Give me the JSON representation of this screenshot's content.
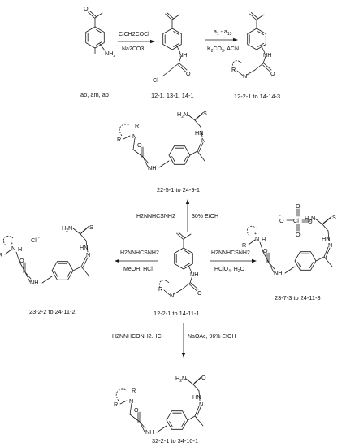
{
  "structure": {
    "atoms": {
      "nh2": "NH2",
      "nh": "NH",
      "o": "O",
      "cl": "Cl",
      "n": "N",
      "r": "R",
      "h2n": "H2N",
      "s": "S",
      "hn": "HN",
      "n_eq": "N",
      "cl_minus": "Cl",
      "h": "H",
      "o_minus": "O",
      "clo4_o1": "O",
      "clo4_cl": "Cl",
      "clo4_o2": "O",
      "clo4_o3": "O"
    },
    "charges": {
      "minus": "-",
      "plus": "+"
    }
  },
  "step1": {
    "reagent_top": "ClCH2COCl",
    "reagent_bottom": "Na2CO3",
    "start_label": "ao, am, ap",
    "product_label": "12-1, 13-1, 14-1"
  },
  "step2": {
    "reagent_top": "a1 - a13",
    "reagent_bottom": "K2CO3, ACN",
    "product_label": "12-2-1 to 14-14-3"
  },
  "center": {
    "label": "12-2-1 to 14-11-1"
  },
  "up": {
    "reagent_left": "H2NNHCSNH2",
    "reagent_right": "30% EtOH",
    "product_label": "22-5-1 to 24-9-1"
  },
  "left": {
    "reagent_top": "H2NNHCSNH2",
    "reagent_bottom": "MeOH, HCl",
    "product_label": "23-2-2 to 24-11-2"
  },
  "right": {
    "reagent_top": "H2NNHCSNH2",
    "reagent_bottom": "HClO4, H2O",
    "product_label": "23-7-3 to 24-11-3"
  },
  "down": {
    "reagent_left": "H2NNHCONH2.HCl",
    "reagent_right": "NaOAc, 96% EtOH",
    "product_label": "32-2-1 to 34-10-1"
  }
}
